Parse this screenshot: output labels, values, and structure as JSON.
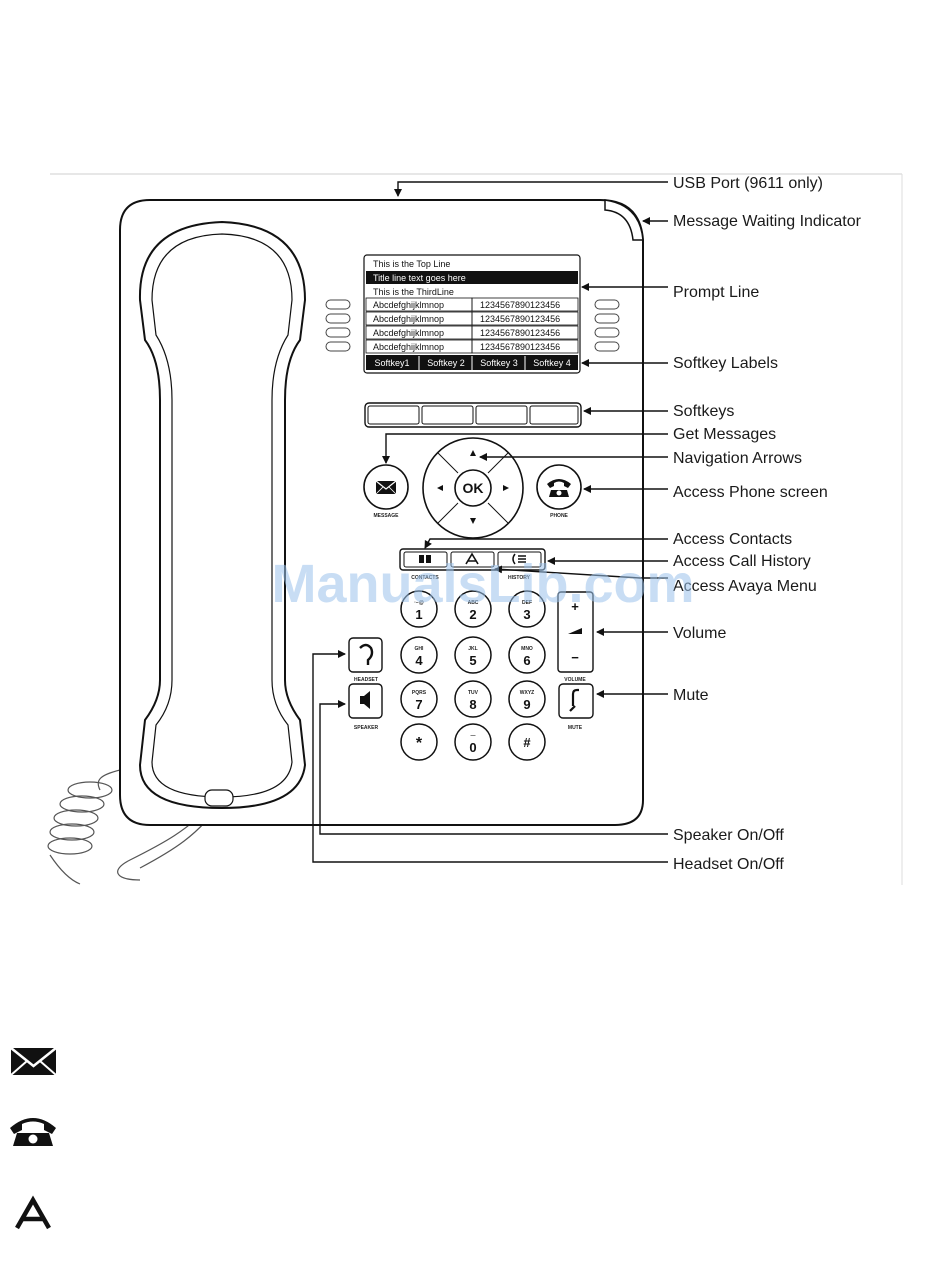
{
  "watermark": "ManualsLib.com",
  "callouts": [
    "USB Port (9611 only)",
    "Message Waiting Indicator",
    "Prompt Line",
    "Softkey Labels",
    "Softkeys",
    "Get Messages",
    "Navigation Arrows",
    "Access Phone screen",
    "Access Contacts",
    "Access Call History",
    "Access Avaya Menu",
    "Volume",
    "Mute",
    "Speaker On/Off",
    "Headset On/Off"
  ],
  "screen": {
    "top_line": "This is the Top Line",
    "title_line": "Title line text goes here",
    "third_line": "This is the ThirdLine",
    "rows": [
      {
        "left": "Abcdefghijklmnop",
        "right": "1234567890123456"
      },
      {
        "left": "Abcdefghijklmnop",
        "right": "1234567890123456"
      },
      {
        "left": "Abcdefghijklmnop",
        "right": "1234567890123456"
      },
      {
        "left": "Abcdefghijklmnop",
        "right": "1234567890123456"
      }
    ],
    "softkeys": [
      "Softkey1",
      "Softkey 2",
      "Softkey 3",
      "Softkey 4"
    ]
  },
  "buttons": {
    "ok": "OK",
    "message": "MESSAGE",
    "phone": "PHONE",
    "contacts": "CONTACTS",
    "history": "HISTORY",
    "headset": "HEADSET",
    "speaker": "SPEAKER",
    "volume": "VOLUME",
    "volume_plus": "+",
    "volume_minus": "−",
    "mute": "MUTE"
  },
  "keypad": [
    {
      "num": "1",
      "letters": "·−@"
    },
    {
      "num": "2",
      "letters": "ABC"
    },
    {
      "num": "3",
      "letters": "DEF"
    },
    {
      "num": "4",
      "letters": "GHI"
    },
    {
      "num": "5",
      "letters": "JKL"
    },
    {
      "num": "6",
      "letters": "MNO"
    },
    {
      "num": "7",
      "letters": "PQRS"
    },
    {
      "num": "8",
      "letters": "TUV"
    },
    {
      "num": "9",
      "letters": "WXYZ"
    },
    {
      "num": "*",
      "letters": ""
    },
    {
      "num": "0",
      "letters": "—"
    },
    {
      "num": "#",
      "letters": ""
    }
  ],
  "legend_icons": [
    "envelope-icon",
    "phone-icon",
    "avaya-a-icon"
  ]
}
